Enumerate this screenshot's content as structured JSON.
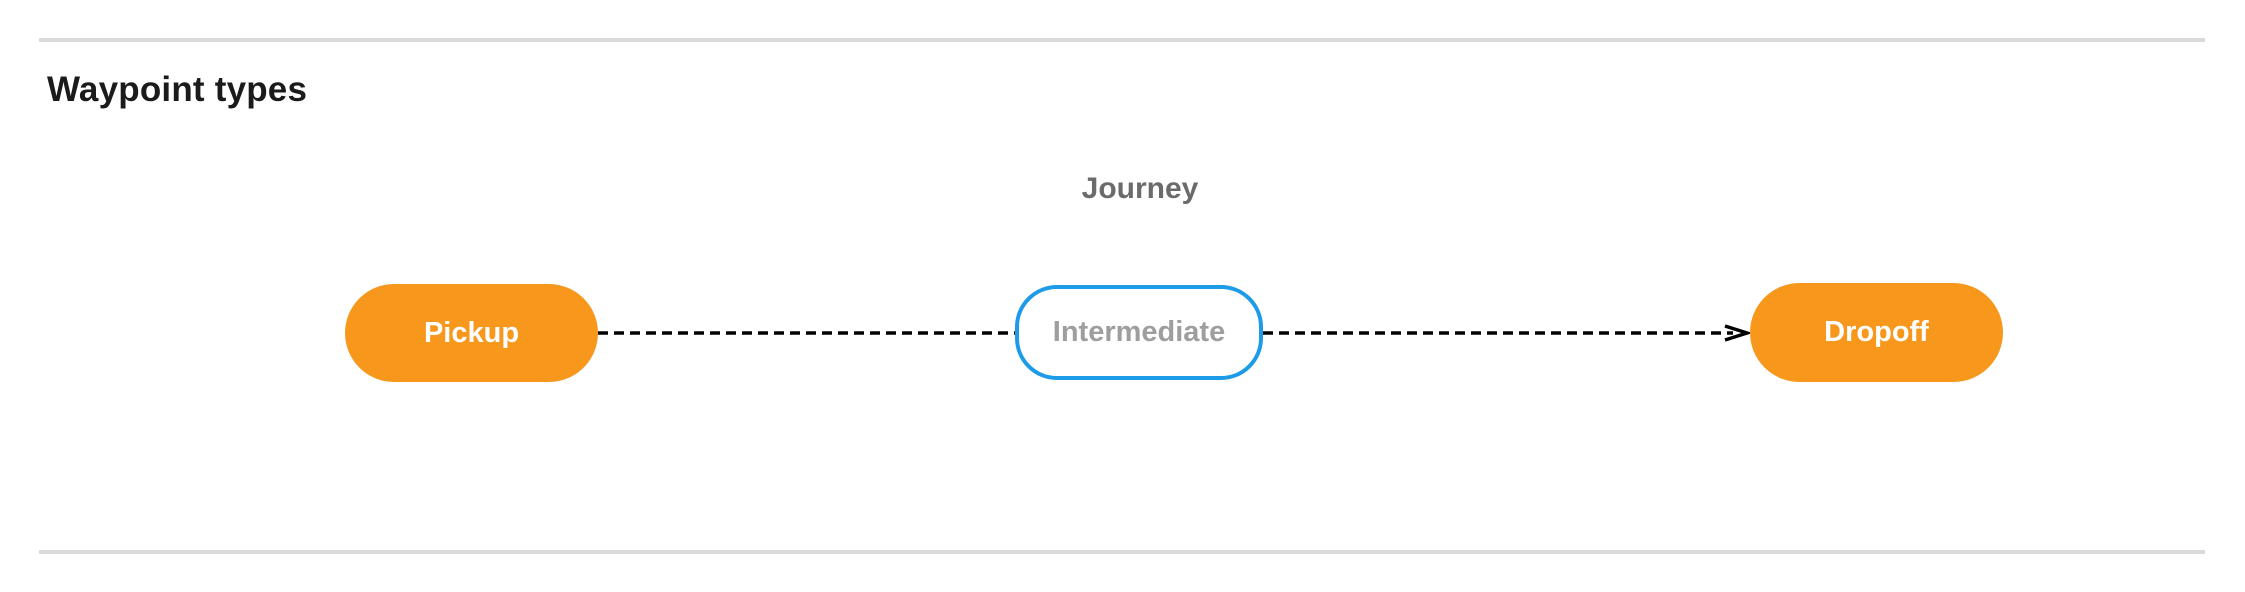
{
  "page": {
    "heading": "Waypoint types"
  },
  "diagram": {
    "title": "Journey",
    "nodes": [
      {
        "id": "pickup",
        "label": "Pickup",
        "type": "terminal"
      },
      {
        "id": "intermediate",
        "label": "Intermediate",
        "type": "intermediate"
      },
      {
        "id": "dropoff",
        "label": "Dropoff",
        "type": "terminal"
      }
    ],
    "connectors": [
      {
        "from": "Pickup",
        "to": "Intermediate",
        "style": "dashed",
        "arrowhead": false
      },
      {
        "from": "Intermediate",
        "to": "Dropoff",
        "style": "dashed",
        "arrowhead": true
      }
    ],
    "icons": [
      {
        "name": "arrowhead-icon",
        "glyph": "chevron-right"
      }
    ],
    "colors": {
      "terminal_fill": "#F7981D",
      "terminal_text": "#FFFFFF",
      "intermediate_border": "#1E9BE8",
      "intermediate_text": "#9E9E9E",
      "diagram_title_text": "#6B6B6B",
      "heading_text": "#1B1B1B",
      "connector_stroke": "#000000",
      "divider": "#D9D9D9",
      "background": "#FFFFFF"
    }
  }
}
